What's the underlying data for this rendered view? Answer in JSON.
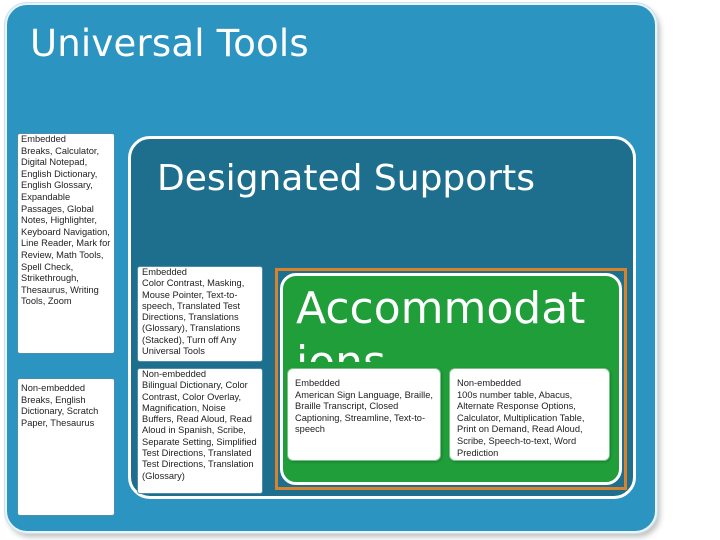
{
  "universal_tools": {
    "title": "Universal Tools",
    "embedded": {
      "heading": "Embedded",
      "items": "Breaks, Calculator, Digital Notepad, English Dictionary, English Glossary, Expandable Passages, Global Notes, Highlighter, Keyboard Navigation, Line Reader, Mark for Review, Math Tools, Spell Check, Strikethrough, Thesaurus, Writing Tools, Zoom"
    },
    "non_embedded": {
      "heading": "Non-embedded",
      "items": "Breaks, English Dictionary, Scratch Paper, Thesaurus"
    }
  },
  "designated_supports": {
    "title": "Designated Supports",
    "embedded": {
      "heading": "Embedded",
      "items": "Color Contrast, Masking, Mouse Pointer, Text-to-speech, Translated Test Directions, Translations (Glossary), Translations (Stacked), Turn off Any Universal Tools"
    },
    "non_embedded": {
      "heading": "Non-embedded",
      "items": "Bilingual Dictionary, Color Contrast, Color Overlay, Magnification, Noise Buffers, Read Aloud, Read Aloud in Spanish, Scribe, Separate Setting, Simplified Test Directions, Translated Test Directions, Translation (Glossary)"
    }
  },
  "accommodations": {
    "title": "Accommodations",
    "embedded": {
      "heading": "Embedded",
      "items": "American Sign Language, Braille, Braille Transcript, Closed Captioning, Streamline, Text-to-speech"
    },
    "non_embedded": {
      "heading": "Non-embedded",
      "items": "100s number table, Abacus, Alternate Response Options, Calculator, Multiplication Table, Print on Demand, Read Aloud, Scribe, Speech-to-text, Word Prediction"
    }
  },
  "colors": {
    "universal_panel": "#2b94c0",
    "designated_panel": "#1d6f8d",
    "accommodations_panel": "#1f9e3a",
    "accommodations_border": "#d9822b"
  }
}
